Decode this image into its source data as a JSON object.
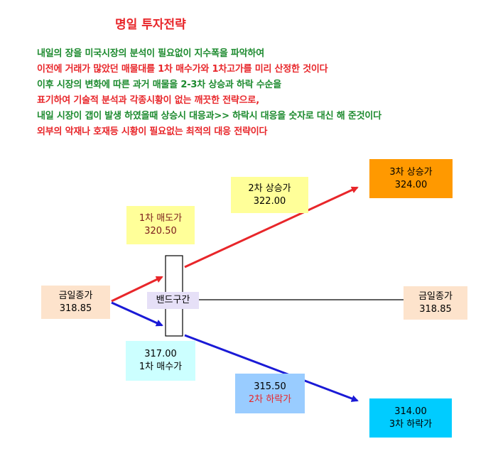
{
  "title": "명일 투자전략",
  "description": [
    {
      "text": "내일의 장을 미국시장의 분석이 필요없이 지수폭을 파악하여",
      "color": "green"
    },
    {
      "text": "이전에 거래가 많았던 매물대를 1차 매수가와 1차고가를 미리 산정한 것이다",
      "color": "red"
    },
    {
      "text": "이후 시장의 변화에 따른 과거 매물을 2-3차 상승과 하락 수순을",
      "color": "green"
    },
    {
      "text": "표기하여 기술적  분석과 각종시황이 없는 깨끗한 전략으로,",
      "color": "red"
    },
    {
      "text": "내일 시장이 갭이 발생 하였을때 상승시 대응과>> 하락시 대응을 숫자로 대신 해 준것이다",
      "color": "green"
    },
    {
      "text": "외부의 악재나 호재등  시황이 필요없는 최적의 대응 전략이다",
      "color": "red"
    }
  ],
  "colors": {
    "green_text": "#1c8a2e",
    "red_text": "#e8262a",
    "rise_arrow": "#e8262a",
    "fall_arrow": "#1a1ad6",
    "close_box": "#fde3cc",
    "yellow_box": "#ffff99",
    "orange_box": "#ff9900",
    "cyan_box": "#ccffff",
    "blue_box": "#99ccff",
    "deep_cyan_box": "#00ccff",
    "band_box": "#e6e0f7"
  },
  "diagram": {
    "today_close_left": {
      "label": "금일종가",
      "value": "318.85"
    },
    "today_close_right": {
      "label": "금일종가",
      "value": "318.85"
    },
    "band": {
      "label": "밴드구간"
    },
    "sell1": {
      "label": "1차 매도가",
      "value": "320.50"
    },
    "rise2": {
      "label": "2차 상승가",
      "value": "322.00"
    },
    "rise3": {
      "label": "3차 상승가",
      "value": "324.00"
    },
    "buy1": {
      "value": "317.00",
      "label": "1차 매수가"
    },
    "fall2": {
      "value": "315.50",
      "label": "2차 하락가"
    },
    "fall3": {
      "value": "314.00",
      "label": "3차 하락가"
    }
  }
}
